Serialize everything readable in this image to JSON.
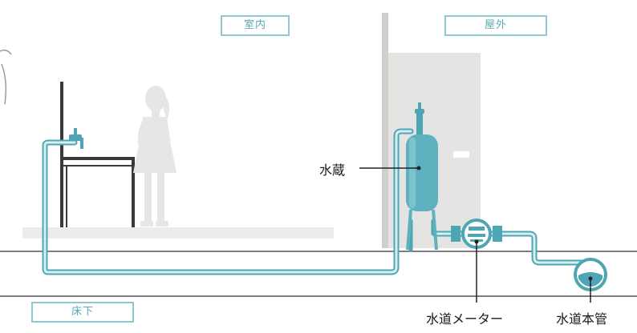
{
  "zones": {
    "indoor": "室内",
    "outdoor": "屋外",
    "underfloor": "床下"
  },
  "callouts": {
    "tank": "水蔵",
    "meter": "水道メーター",
    "main_pipe": "水道本管"
  },
  "colors": {
    "pipe": "#6fb8c4",
    "pipe_dark": "#4ea6b4",
    "tank": "#5fb1bf",
    "wall_gray": "#e4e4e2",
    "person": "#e6e6e4",
    "line": "#333333"
  }
}
